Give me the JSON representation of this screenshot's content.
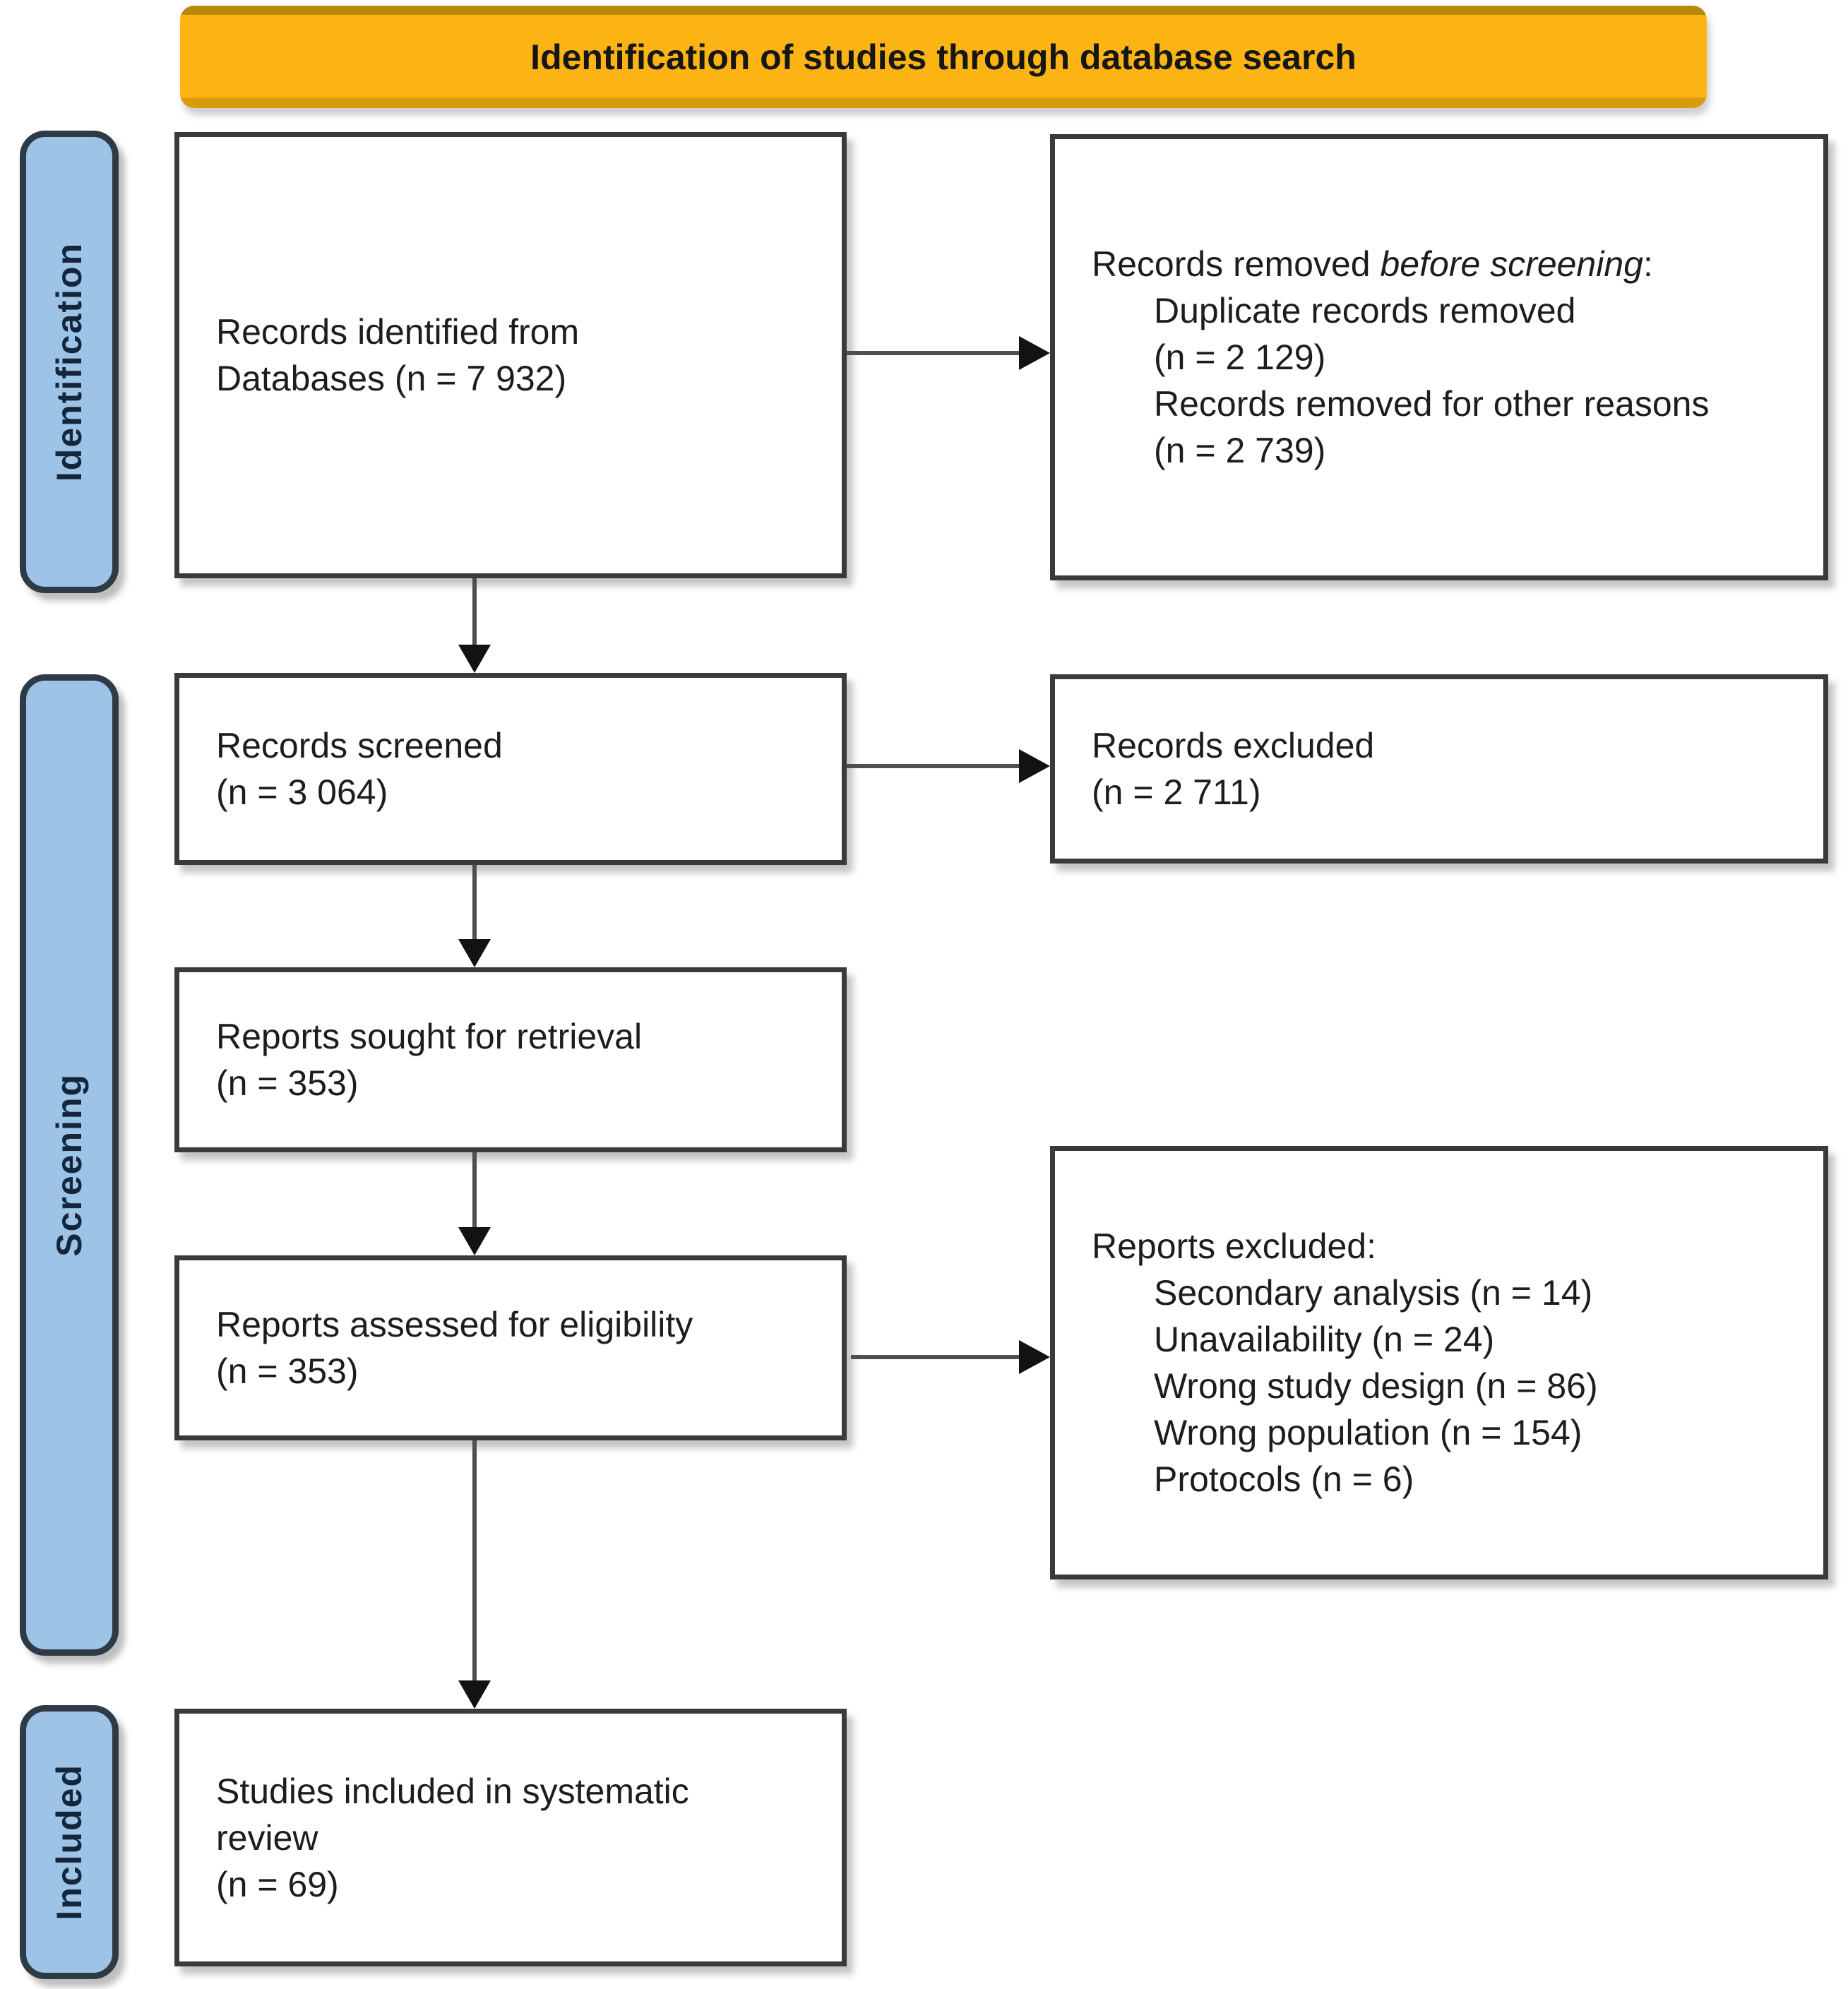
{
  "banner": {
    "title": "Identification of studies through database search"
  },
  "stages": [
    {
      "label": "Identification"
    },
    {
      "label": "Screening"
    },
    {
      "label": "Included"
    }
  ],
  "boxes": {
    "records_identified": {
      "lines": [
        "Records identified from",
        "Databases (n = 7 932)"
      ]
    },
    "records_removed": {
      "line1_prefix": "Records removed ",
      "line1_italic": "before screening",
      "line1_suffix": ":",
      "items": [
        "Duplicate records removed",
        "(n = 2 129)",
        "Records removed for other reasons",
        "(n = 2 739)"
      ]
    },
    "records_screened": {
      "lines": [
        "Records screened",
        "(n = 3 064)"
      ]
    },
    "records_excluded": {
      "lines": [
        "Records excluded",
        "(n = 2 711)"
      ]
    },
    "reports_sought": {
      "lines": [
        "Reports sought for retrieval",
        "(n = 353)"
      ]
    },
    "reports_assessed": {
      "lines": [
        "Reports assessed for eligibility",
        "(n = 353)"
      ]
    },
    "reports_excluded": {
      "title": "Reports excluded:",
      "items": [
        "Secondary analysis (n = 14)",
        "Unavailability (n = 24)",
        "Wrong study design (n = 86)",
        "Wrong population (n = 154)",
        "Protocols (n = 6)"
      ]
    },
    "studies_included": {
      "lines": [
        "Studies included in systematic",
        "review",
        "(n = 69)"
      ]
    }
  },
  "colors": {
    "banner_bg": "#FBB414",
    "banner_edge_top": "#B8880B",
    "banner_edge_bottom": "#D99A0B",
    "stage_bg": "#9DC3E6",
    "stage_border": "#2E3B47",
    "stage_text": "#14263B",
    "box_border": "#3A3A3A",
    "arrow": "#4F4F4F",
    "arrowhead": "#121212",
    "text": "#1D1D1D"
  }
}
